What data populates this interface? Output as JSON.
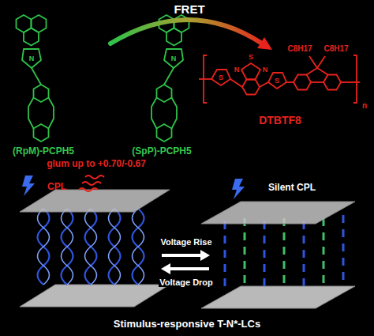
{
  "diagram": {
    "caption": "Stimulus-responsive T-N*-LCs",
    "labels": [
      "FRET",
      "N",
      "(RpM)-PCPH5",
      "N",
      "(SpP)-PCPH5",
      "S",
      "N",
      "S",
      "N",
      "S",
      "C8H17",
      "C8H17",
      "n",
      "DTBTF8",
      "glum up to +0.70/-0.67",
      "CPL",
      "Silent CPL",
      "Voltage Rise",
      "Voltage Drop"
    ]
  }
}
